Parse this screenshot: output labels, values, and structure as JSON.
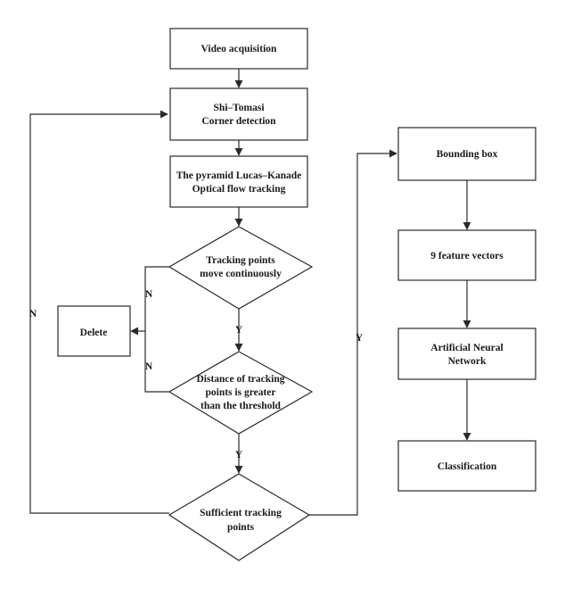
{
  "nodes": {
    "video_acquisition": {
      "lines": [
        "Video acquisition"
      ]
    },
    "shi_tomasi": {
      "lines": [
        "Shi–Tomasi",
        "Corner detection"
      ]
    },
    "lucas_kanade": {
      "lines": [
        "The pyramid Lucas–Kanade",
        "Optical flow tracking"
      ]
    },
    "tracking_continuous": {
      "lines": [
        "Tracking points",
        "move continuously"
      ]
    },
    "delete": {
      "lines": [
        "Delete"
      ]
    },
    "distance_threshold": {
      "lines": [
        "Distance of tracking",
        "points is greater",
        "than the threshold"
      ]
    },
    "sufficient_points": {
      "lines": [
        "Sufficient tracking",
        "points"
      ]
    },
    "bounding_box": {
      "lines": [
        "Bounding box"
      ]
    },
    "feature_vectors": {
      "lines": [
        "9 feature vectors"
      ]
    },
    "ann": {
      "lines": [
        "Artificial Neural",
        "Network"
      ]
    },
    "classification": {
      "lines": [
        "Classification"
      ]
    }
  },
  "edge_labels": {
    "continuous_no": "N",
    "continuous_yes": "Y",
    "distance_no": "N",
    "distance_yes": "Y",
    "sufficient_no": "N",
    "sufficient_yes": "Y"
  }
}
